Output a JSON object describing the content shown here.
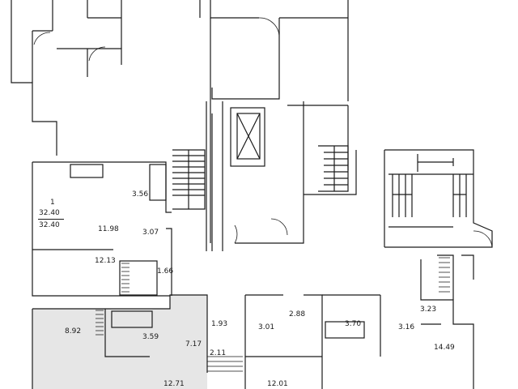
{
  "apartment": {
    "number": "1",
    "total_area": "32.40",
    "living_area": "32.40"
  },
  "rooms": [
    {
      "id": "r1",
      "label": "3.56"
    },
    {
      "id": "r2",
      "label": "11.98"
    },
    {
      "id": "r3",
      "label": "3.07"
    },
    {
      "id": "r4",
      "label": "12.13"
    },
    {
      "id": "r5",
      "label": "1.66"
    },
    {
      "id": "r6",
      "label": "8.92"
    },
    {
      "id": "r7",
      "label": "3.59"
    },
    {
      "id": "r8",
      "label": "7.17"
    },
    {
      "id": "r9",
      "label": "1.93"
    },
    {
      "id": "r10",
      "label": "2.11"
    },
    {
      "id": "r11",
      "label": "12.71"
    },
    {
      "id": "r12",
      "label": "3.01"
    },
    {
      "id": "r13",
      "label": "2.88"
    },
    {
      "id": "r14",
      "label": "12.01"
    },
    {
      "id": "r15",
      "label": "3.70"
    },
    {
      "id": "r16",
      "label": "3.16"
    },
    {
      "id": "r17",
      "label": "3.23"
    },
    {
      "id": "r18",
      "label": "14.49"
    }
  ],
  "colors": {
    "wall": "#1a1a1a",
    "highlight": "#e6e6e6",
    "background": "#ffffff"
  }
}
